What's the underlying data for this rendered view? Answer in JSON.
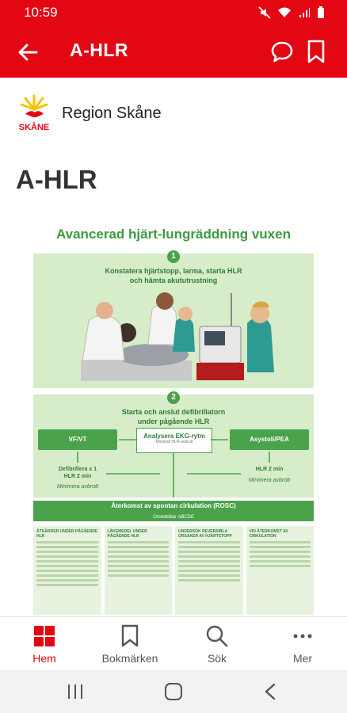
{
  "status": {
    "time": "10:59"
  },
  "appbar": {
    "title": "A-HLR"
  },
  "org": {
    "name": "Region Skåne",
    "logo_text": "SKÅNE"
  },
  "page": {
    "title": "A-HLR"
  },
  "document": {
    "title": "Avancerad hjärt-lungräddning vuxen",
    "step1": {
      "number": "1",
      "text": "Konstatera hjärtstopp, larma, starta HLR och hämta akututrustning"
    },
    "step2": {
      "number": "2",
      "text": "Starta och anslut defibrillatorn under pågående HLR",
      "analyze": "Analysera EKG-rytm",
      "analyze_sub": "Minimalt HLR-avbrott",
      "left_box": "VF/VT",
      "right_box": "Asystoli/PEA",
      "left_action": "Defibrillera x 1 HLR 2 min",
      "left_note": "Minimera avbrott",
      "right_action": "HLR 2 min",
      "right_note": "Minimera avbrott"
    },
    "rosc": {
      "title": "Återkomst av spontan cirkulation (ROSC)",
      "sub": "Omedelbar ABCDE"
    },
    "columns": [
      "ÅTGÄRDER UNDER PÅGÅENDE HLR",
      "LÄKEMEDEL UNDER PÅGÅENDE HLR",
      "UNDERSÖK REVERSIBLA ORSAKER AV HJÄRTSTOPP",
      "VID ÅTERKOMST AV CIRKULATION"
    ]
  },
  "nav": {
    "items": [
      {
        "label": "Hem",
        "icon": "home-grid-icon"
      },
      {
        "label": "Bokmärken",
        "icon": "bookmark-icon"
      },
      {
        "label": "Sök",
        "icon": "search-icon"
      },
      {
        "label": "Mer",
        "icon": "more-icon"
      }
    ]
  },
  "colors": {
    "brand_red": "#e30613",
    "doc_green": "#4aa34a"
  }
}
